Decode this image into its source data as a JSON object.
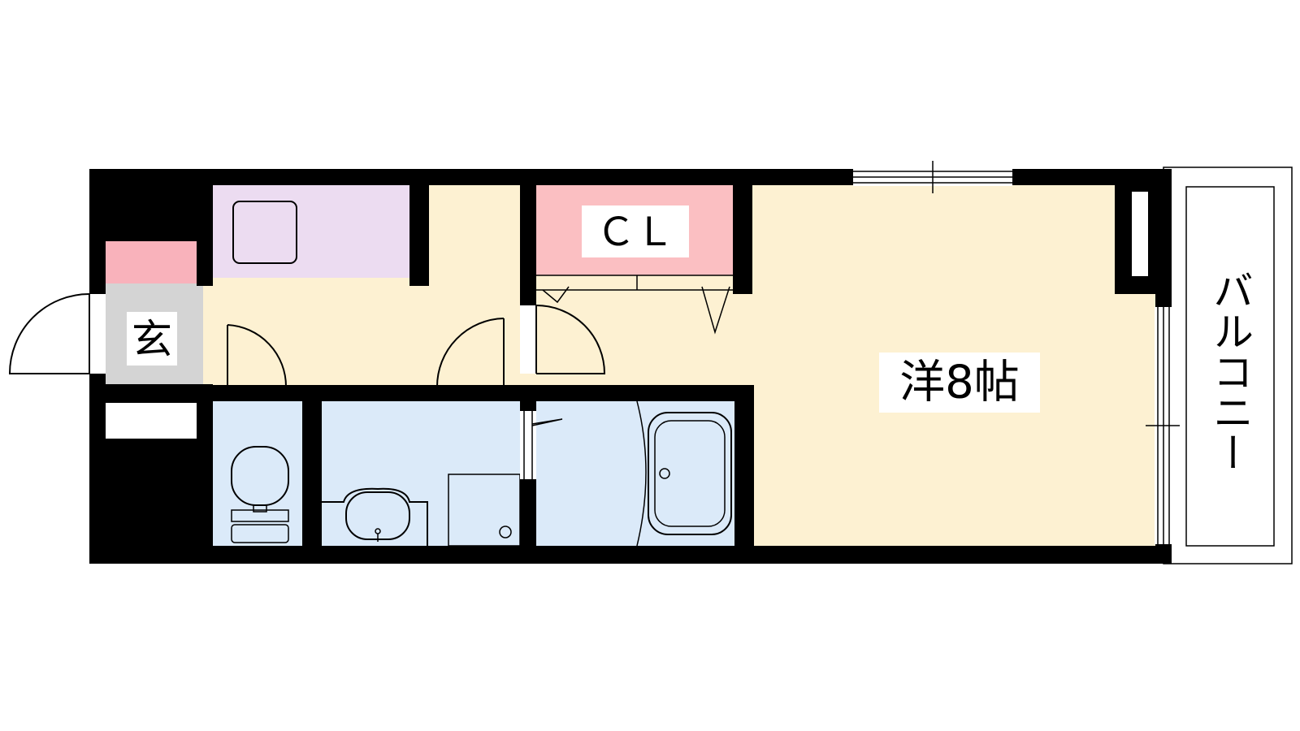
{
  "rooms": {
    "genkan": {
      "label": "玄"
    },
    "closet": {
      "label": "ＣＬ"
    },
    "western_room": {
      "label": "洋8帖"
    },
    "balcony": {
      "label": "バルコニー"
    }
  },
  "colors": {
    "wall": "#000000",
    "room_floor": "#fdf1d2",
    "closet": "#fbbfc2",
    "storage_pink": "#f9b2bb",
    "kitchen_counter": "#ecdcf1",
    "wet_area": "#dbeaf9",
    "genkan_floor": "#d4d4d4",
    "balcony": "#d4d4d4"
  }
}
